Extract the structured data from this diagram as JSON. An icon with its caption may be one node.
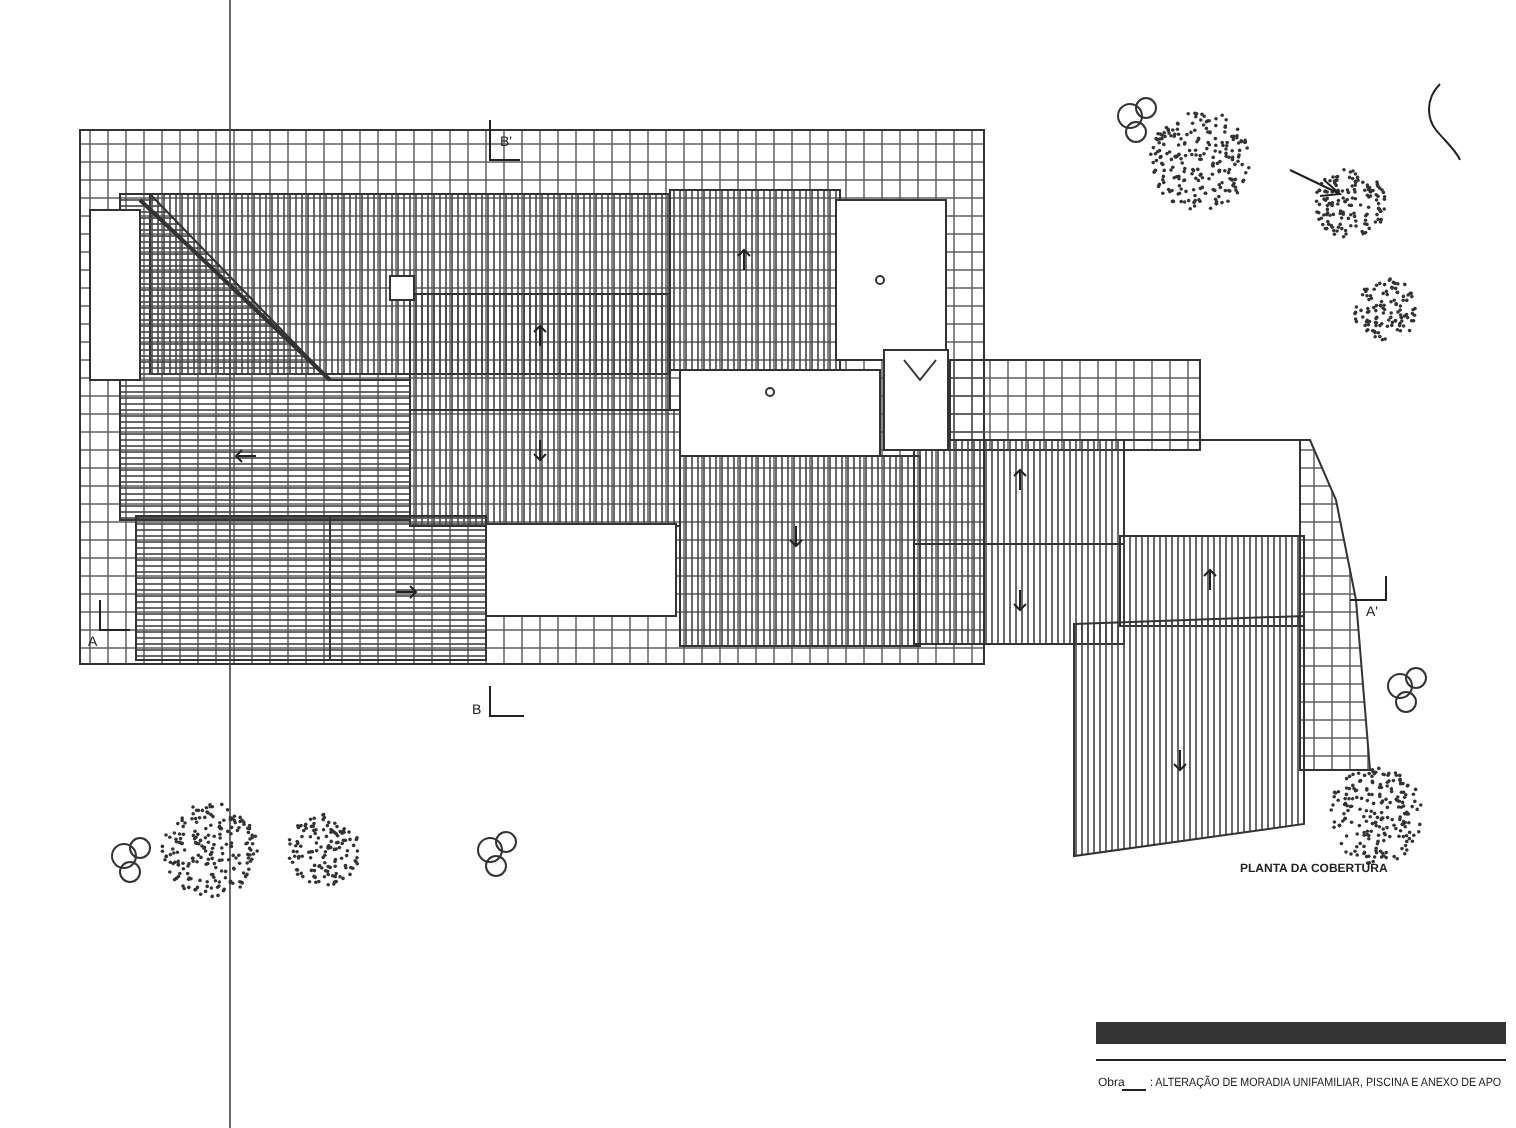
{
  "diagram": {
    "labels": [
      "B'",
      "A",
      "A'",
      "B",
      "PLANTA DA COBERTURA",
      "Obra",
      ": ALTERAÇÃO DE MORADIA UNIFAMILIAR, PISCINA E ANEXO DE APO"
    ]
  }
}
